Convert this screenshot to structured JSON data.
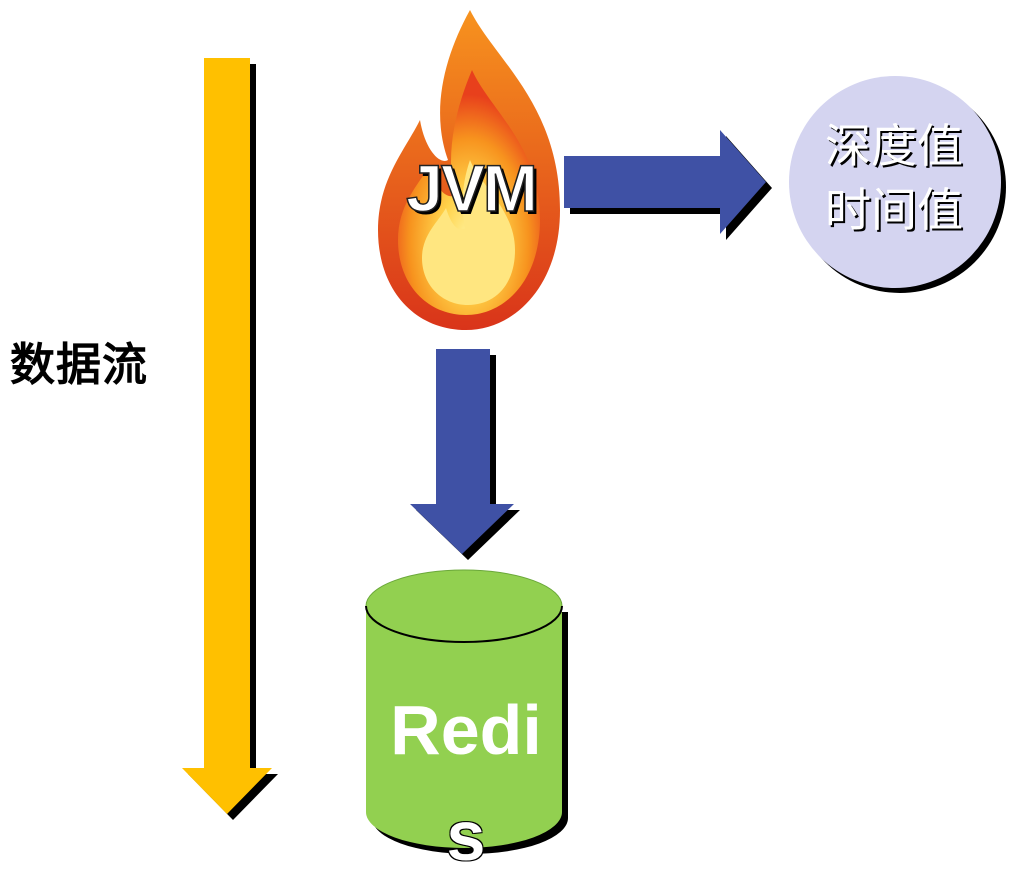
{
  "labels": {
    "data_flow": "数据流",
    "source": "JVM",
    "output_line1": "深度值",
    "output_line2": "时间值",
    "store_line1": "Redi",
    "store_line2": "s"
  },
  "colors": {
    "flow_arrow": "#FFC000",
    "block_arrow": "#3F51A5",
    "circle_fill": "#D4D4F0",
    "store_fill": "#92D050",
    "flame_outer": "#F15A22",
    "flame_inner": "#FFD24A"
  },
  "icons": {
    "source": "flame-icon",
    "store": "database-cylinder-icon"
  }
}
